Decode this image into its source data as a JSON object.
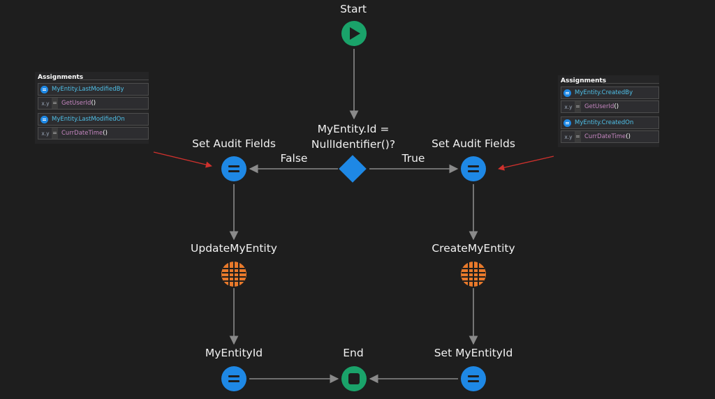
{
  "nodes": {
    "start": "Start",
    "condition_line1": "MyEntity.Id =",
    "condition_line2": "NullIdentifier()?",
    "assign_false": "Set Audit Fields",
    "assign_true": "Set Audit Fields",
    "update_entity": "UpdateMyEntity",
    "create_entity": "CreateMyEntity",
    "assign_id_false": "MyEntityId",
    "assign_id_true": "Set MyEntityId",
    "end": "End"
  },
  "edges": {
    "false_label": "False",
    "true_label": "True"
  },
  "panels": {
    "left": {
      "title": "Assignments",
      "rows": [
        {
          "variable": "MyEntity.LastModifiedBy",
          "xy": "x.y",
          "eq": "=",
          "value": "GetUserId",
          "paren": "()"
        },
        {
          "variable": "MyEntity.LastModifiedOn",
          "xy": "x.y",
          "eq": "=",
          "value": "CurrDateTime",
          "paren": "()"
        }
      ]
    },
    "right": {
      "title": "Assignments",
      "rows": [
        {
          "variable": "MyEntity.CreatedBy",
          "xy": "x.y",
          "eq": "=",
          "value": "GetUserId",
          "paren": "()"
        },
        {
          "variable": "MyEntity.CreatedOn",
          "xy": "x.y",
          "eq": "=",
          "value": "CurrDateTime",
          "paren": "()"
        }
      ]
    }
  },
  "colors": {
    "background": "#1e1e1e",
    "start_end_node": "#1aa36a",
    "assign_node": "#1e88e5",
    "aggregate_node": "#e8792b",
    "condition_node": "#1e88e5",
    "connector": "#8a8a8a",
    "annotation_arrow": "#d0312d"
  }
}
